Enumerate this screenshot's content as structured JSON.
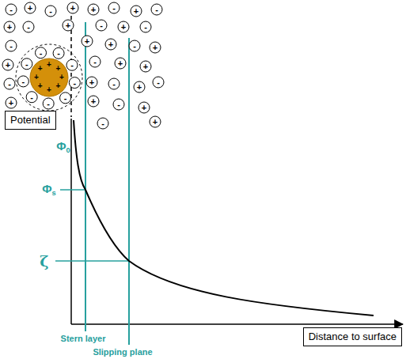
{
  "diagram": {
    "nodes": [
      {
        "text": [
          "Potential"
        ]
      },
      {
        "text": [
          "Distance to surface"
        ]
      }
    ],
    "labels": [
      "Φ0",
      "Φs",
      "ζ",
      "Stern layer",
      "Slipping plane",
      "+",
      "+",
      "+",
      "+",
      "+",
      "+",
      "+",
      "+",
      "-",
      "-",
      "-",
      "-",
      "-",
      "-",
      "-",
      "-",
      "-",
      "-",
      "+",
      "-",
      "+",
      "+",
      "-",
      "+",
      "-",
      "+",
      "-",
      "+",
      "-",
      "+",
      "-",
      "-",
      "+",
      "+",
      "-",
      "+",
      "+",
      "-",
      "+",
      "+",
      "-",
      "+",
      "-",
      "+",
      "-",
      "+",
      "+",
      "-",
      "+",
      "-",
      "+"
    ]
  }
}
